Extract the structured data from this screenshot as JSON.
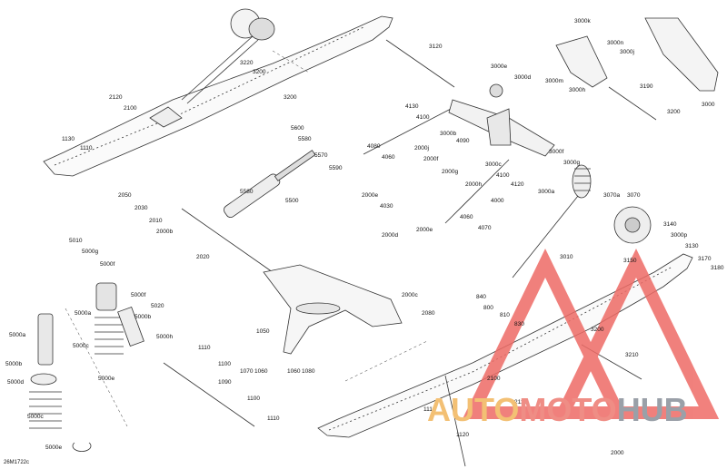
{
  "watermark": {
    "part1": "AUTO",
    "part2": "MOTO",
    "part3": "HUB",
    "colors": {
      "part1": "#f3c074",
      "part2": "#ef8d85",
      "part3": "#9aa0a8",
      "triangle": "#ee6b66"
    }
  },
  "figure_code": "26M1722c",
  "callouts": [
    {
      "id": "c3000k",
      "text": "3000k"
    },
    {
      "id": "c3000n",
      "text": "3000n"
    },
    {
      "id": "c3000j",
      "text": "3000j"
    },
    {
      "id": "c3000h",
      "text": "3000h"
    },
    {
      "id": "c3000m",
      "text": "3000m"
    },
    {
      "id": "c3000",
      "text": "3000"
    },
    {
      "id": "c3190",
      "text": "3190"
    },
    {
      "id": "c3200a",
      "text": "3200"
    },
    {
      "id": "c3120",
      "text": "3120"
    },
    {
      "id": "c3000e",
      "text": "3000e"
    },
    {
      "id": "c3000d",
      "text": "3000d"
    },
    {
      "id": "c3220",
      "text": "3220"
    },
    {
      "id": "c3200b",
      "text": "3200"
    },
    {
      "id": "c3200c",
      "text": "3200"
    },
    {
      "id": "c2120",
      "text": "2120"
    },
    {
      "id": "c2100a",
      "text": "2100"
    },
    {
      "id": "c1130",
      "text": "1130"
    },
    {
      "id": "c1110a",
      "text": "1110"
    },
    {
      "id": "c4130",
      "text": "4130"
    },
    {
      "id": "c4100a",
      "text": "4100"
    },
    {
      "id": "c3000b",
      "text": "3000b"
    },
    {
      "id": "c4090",
      "text": "4090"
    },
    {
      "id": "c3000f",
      "text": "3000f"
    },
    {
      "id": "c3000g",
      "text": "3000g"
    },
    {
      "id": "c5600",
      "text": "5600"
    },
    {
      "id": "c5580a",
      "text": "5580"
    },
    {
      "id": "c5570",
      "text": "5570"
    },
    {
      "id": "c5590",
      "text": "5590"
    },
    {
      "id": "c4080",
      "text": "4080"
    },
    {
      "id": "c4060a",
      "text": "4060"
    },
    {
      "id": "c2000j",
      "text": "2000j"
    },
    {
      "id": "c2000f",
      "text": "2000f"
    },
    {
      "id": "c2000g",
      "text": "2000g"
    },
    {
      "id": "c3000c",
      "text": "3000c"
    },
    {
      "id": "c4100b",
      "text": "4100"
    },
    {
      "id": "c4120",
      "text": "4120"
    },
    {
      "id": "c3000a",
      "text": "3000a"
    },
    {
      "id": "c2000h",
      "text": "2000h"
    },
    {
      "id": "c4000",
      "text": "4000"
    },
    {
      "id": "c2000e",
      "text": "2000e"
    },
    {
      "id": "c4030",
      "text": "4030"
    },
    {
      "id": "c2000e2",
      "text": "2000e"
    },
    {
      "id": "c2000d",
      "text": "2000d"
    },
    {
      "id": "c4060b",
      "text": "4060"
    },
    {
      "id": "c4070",
      "text": "4070"
    },
    {
      "id": "c3070a",
      "text": "3070a"
    },
    {
      "id": "c3070",
      "text": "3070"
    },
    {
      "id": "c3140",
      "text": "3140"
    },
    {
      "id": "c3000p",
      "text": "3000p"
    },
    {
      "id": "c3130",
      "text": "3130"
    },
    {
      "id": "c3170",
      "text": "3170"
    },
    {
      "id": "c3180",
      "text": "3180"
    },
    {
      "id": "c3150",
      "text": "3150"
    },
    {
      "id": "c3010",
      "text": "3010"
    },
    {
      "id": "c2050",
      "text": "2050"
    },
    {
      "id": "c2030",
      "text": "2030"
    },
    {
      "id": "c2010",
      "text": "2010"
    },
    {
      "id": "c2000b",
      "text": "2000b"
    },
    {
      "id": "c5580b",
      "text": "5580"
    },
    {
      "id": "c5500",
      "text": "5500"
    },
    {
      "id": "c2020",
      "text": "2020"
    },
    {
      "id": "c5010",
      "text": "5010"
    },
    {
      "id": "c5000g",
      "text": "5000g"
    },
    {
      "id": "c5000f1",
      "text": "5000f"
    },
    {
      "id": "c5000f2",
      "text": "5000f"
    },
    {
      "id": "c5020",
      "text": "5020"
    },
    {
      "id": "c5000a",
      "text": "5000a"
    },
    {
      "id": "c5000b",
      "text": "5000b"
    },
    {
      "id": "c5000h",
      "text": "5000h"
    },
    {
      "id": "c5000c",
      "text": "5000c"
    },
    {
      "id": "c5000e1",
      "text": "5000e"
    },
    {
      "id": "c5000a2",
      "text": "5000a"
    },
    {
      "id": "c5000b2",
      "text": "5000b"
    },
    {
      "id": "c5000d",
      "text": "5000d"
    },
    {
      "id": "c5000c2",
      "text": "5000c"
    },
    {
      "id": "c5000e2",
      "text": "5000e"
    },
    {
      "id": "c1050",
      "text": "1050"
    },
    {
      "id": "c1110b",
      "text": "1110"
    },
    {
      "id": "c1100a",
      "text": "1100"
    },
    {
      "id": "c1090",
      "text": "1090"
    },
    {
      "id": "c1100b",
      "text": "1100"
    },
    {
      "id": "c1110c",
      "text": "1110"
    },
    {
      "id": "c1070",
      "text": "1070"
    },
    {
      "id": "c1060a",
      "text": "1060"
    },
    {
      "id": "c1060b",
      "text": "1060"
    },
    {
      "id": "c1080",
      "text": "1080"
    },
    {
      "id": "c2000c",
      "text": "2000c"
    },
    {
      "id": "c2080",
      "text": "2080"
    },
    {
      "id": "c840",
      "text": "840"
    },
    {
      "id": "c800",
      "text": "800"
    },
    {
      "id": "c810",
      "text": "810"
    },
    {
      "id": "c830",
      "text": "830"
    },
    {
      "id": "c3200d",
      "text": "3200"
    },
    {
      "id": "c3210",
      "text": "3210"
    },
    {
      "id": "c2100b",
      "text": "2100"
    },
    {
      "id": "c2110",
      "text": "2110"
    },
    {
      "id": "c1110d",
      "text": "1110"
    },
    {
      "id": "c1120",
      "text": "1120"
    },
    {
      "id": "c2000",
      "text": "2000"
    }
  ]
}
